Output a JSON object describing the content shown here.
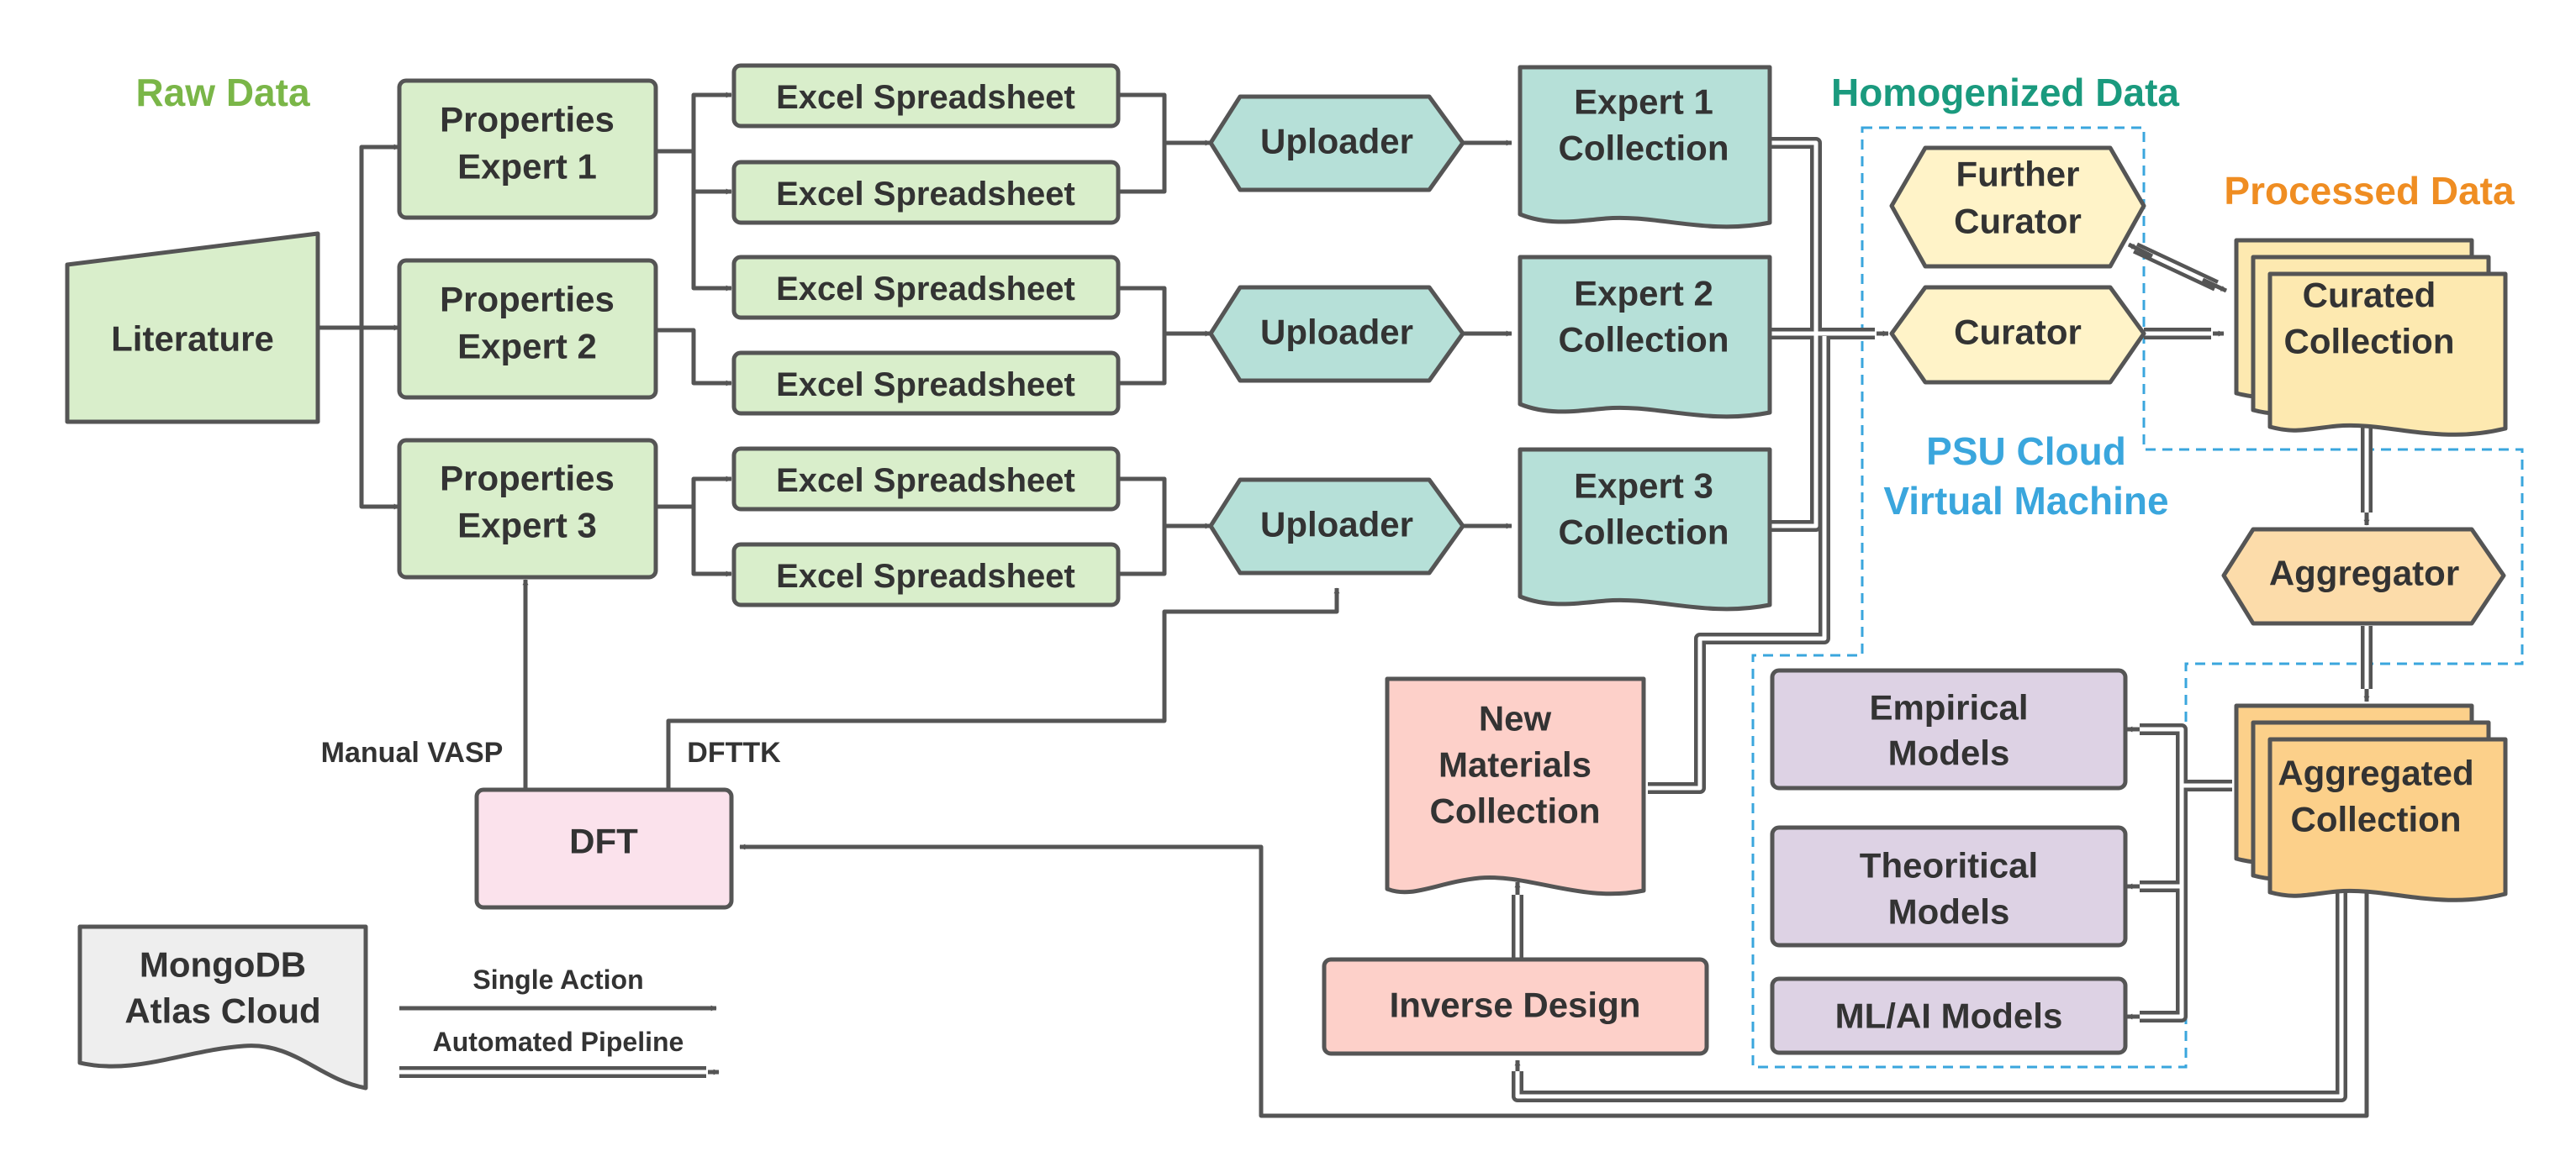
{
  "colors": {
    "raw": "#7ab648",
    "homogenized": "#1a9a7e",
    "processed": "#ef8d22",
    "psu": "#3aa6dd",
    "green_fill": "#d9eecb",
    "teal_fill": "#b6e0d8",
    "yellow_fill": "#fff3c8",
    "orange_fill": "#fcdcaa",
    "purple_fill": "#ddd2e4",
    "salmon_fill": "#fdd0c9",
    "pink_fill": "#fbe2ec",
    "gray_fill": "#eeeeee",
    "stroke": "#555555"
  },
  "regions": {
    "raw_data": "Raw Data",
    "homogenized_data": "Homogenized Data",
    "processed_data": "Processed Data",
    "psu_cloud_line1": "PSU Cloud",
    "psu_cloud_line2": "Virtual Machine"
  },
  "nodes": {
    "literature": "Literature",
    "properties_expert_1": [
      "Properties",
      "Expert 1"
    ],
    "properties_expert_2": [
      "Properties",
      "Expert 2"
    ],
    "properties_expert_3": [
      "Properties",
      "Expert 3"
    ],
    "spreadsheets": [
      "Excel Spreadsheet",
      "Excel Spreadsheet",
      "Excel Spreadsheet",
      "Excel Spreadsheet",
      "Excel Spreadsheet",
      "Excel Spreadsheet"
    ],
    "uploaders": [
      "Uploader",
      "Uploader",
      "Uploader"
    ],
    "expert_collections": [
      [
        "Expert 1",
        "Collection"
      ],
      [
        "Expert 2",
        "Collection"
      ],
      [
        "Expert 3",
        "Collection"
      ]
    ],
    "further_curator": [
      "Further",
      "Curator"
    ],
    "curator": "Curator",
    "curated_collection": [
      "Curated",
      "Collection"
    ],
    "aggregator": "Aggregator",
    "aggregated_collection": [
      "Aggregated",
      "Collection"
    ],
    "empirical_models": [
      "Empirical",
      "Models"
    ],
    "theoretical_models": [
      "Theoritical",
      "Models"
    ],
    "ml_ai_models": "ML/AI Models",
    "new_materials_collection": [
      "New",
      "Materials",
      "Collection"
    ],
    "inverse_design": "Inverse Design",
    "dft": "DFT",
    "mongodb": [
      "MongoDB",
      "Atlas Cloud"
    ]
  },
  "edge_labels": {
    "manual_vasp": "Manual VASP",
    "dfttk": "DFTTK"
  },
  "legend": {
    "single_action": "Single Action",
    "automated_pipeline": "Automated Pipeline"
  }
}
